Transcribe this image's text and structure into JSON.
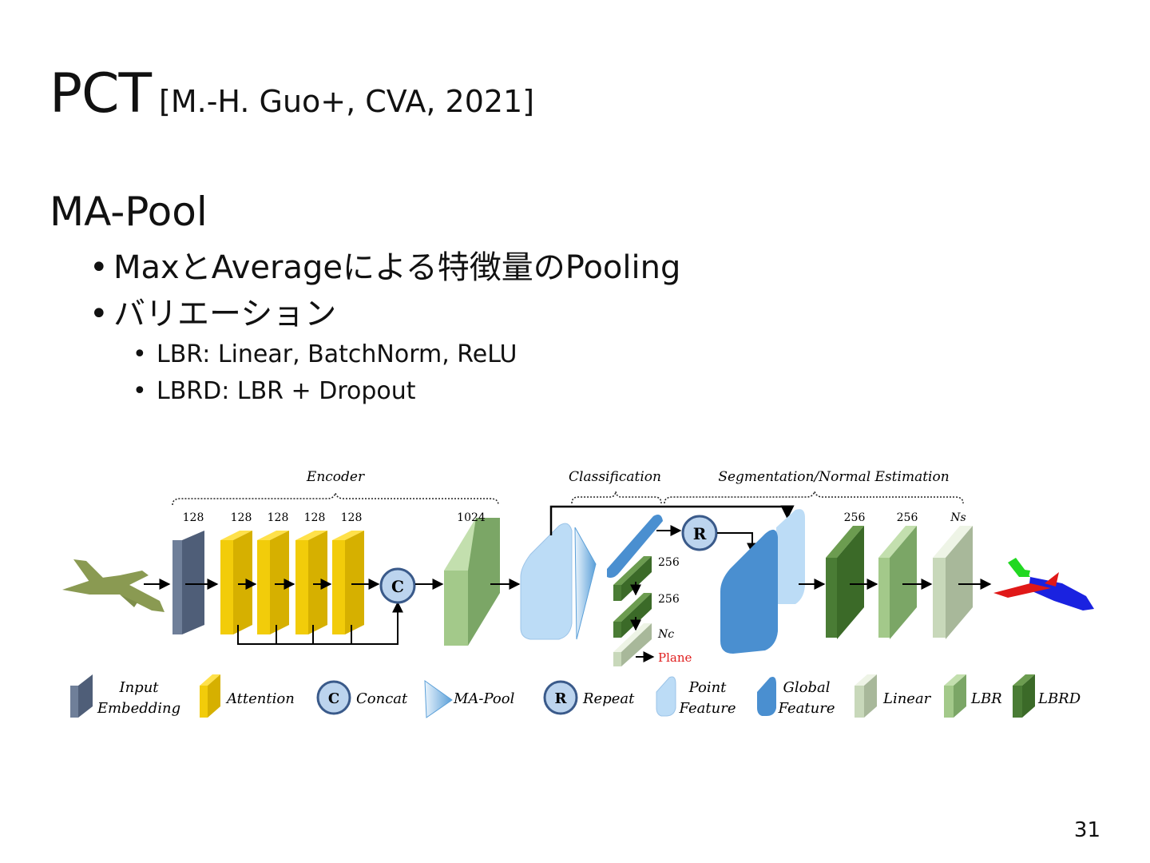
{
  "slide": {
    "title": "PCT",
    "citation": "[M.-H. Guo+, CVA, 2021]",
    "heading": "MA-Pool",
    "bullets": [
      "MaxとAverageによる特徴量のPooling",
      "バリエーション"
    ],
    "sub_bullets": [
      "LBR: Linear, BatchNorm, ReLU",
      "LBRD: LBR + Dropout"
    ],
    "bullet_glyph": "•",
    "page_number": "31"
  },
  "figure": {
    "sections": {
      "encoder": "Encoder",
      "classification": "Classification",
      "segmentation": "Segmentation/Normal Estimation"
    },
    "dims": {
      "input": "128",
      "att1": "128",
      "att2": "128",
      "att3": "128",
      "att4": "128",
      "lbr": "1024",
      "cls1": "256",
      "cls2": "256",
      "cls3": "Nc",
      "seg1": "256",
      "seg2": "256",
      "seg3": "Ns",
      "plane": "Plane"
    },
    "concat_symbol": "C",
    "repeat_symbol": "R",
    "legend": {
      "input_embedding": [
        "Input",
        "Embedding"
      ],
      "attention": "Attention",
      "concat": "Concat",
      "ma_pool": "MA-Pool",
      "repeat": "Repeat",
      "point_feature": [
        "Point",
        "Feature"
      ],
      "global_feature": [
        "Global",
        "Feature"
      ],
      "linear": "Linear",
      "lbr": "LBR",
      "lbrd": "LBRD"
    },
    "colors": {
      "input_embedding": "#6f7f99",
      "attention": "#f2cc0a",
      "concat": "#bcd4ee",
      "point_feature": "#bcdcf6",
      "global_feature": "#4a8fd0",
      "linear": "#dce8d2",
      "lbr": "#a3c98a",
      "lbrd": "#4a7c35",
      "plane_label": "#e02020",
      "airplane_input": "#8a9a52",
      "seg_red": "#e01818",
      "seg_blue": "#1a22e0",
      "seg_green": "#22d822"
    }
  }
}
